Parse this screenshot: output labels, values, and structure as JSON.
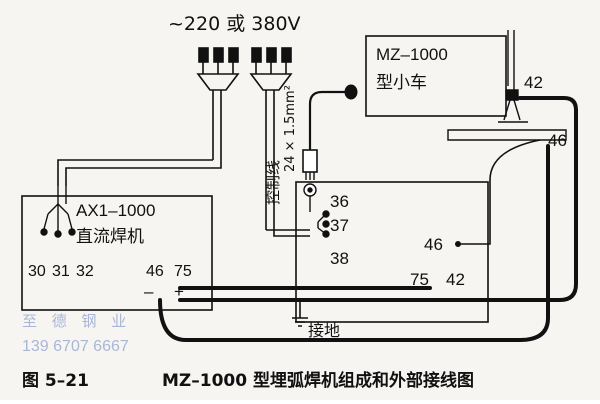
{
  "supply": {
    "voltage": "~220 或 380V"
  },
  "cart": {
    "title": "MZ–1000",
    "subtitle": "型小车",
    "terminal": "42"
  },
  "welder": {
    "title": "AX1–1000",
    "subtitle": "直流焊机",
    "terminals": [
      "30",
      "31",
      "32"
    ],
    "terminal_neg": "46",
    "terminal_pos": "75",
    "sign_neg": "–",
    "sign_pos": "+"
  },
  "control_box": {
    "terminals": {
      "t36": "36",
      "t37": "37",
      "t38": "38",
      "t46": "46",
      "t75": "75",
      "t42": "42"
    }
  },
  "control_cable": {
    "label": "控制线",
    "spec": "24 × 1.5mm²"
  },
  "cart_wire": {
    "label": "46"
  },
  "ground": {
    "label": "接地"
  },
  "watermark": {
    "line1": "至 德 钢 业",
    "line2": "139 6707 6667"
  },
  "caption": {
    "number": "图 5–21",
    "title": "MZ–1000 型埋弧焊机组成和外部接线图"
  }
}
